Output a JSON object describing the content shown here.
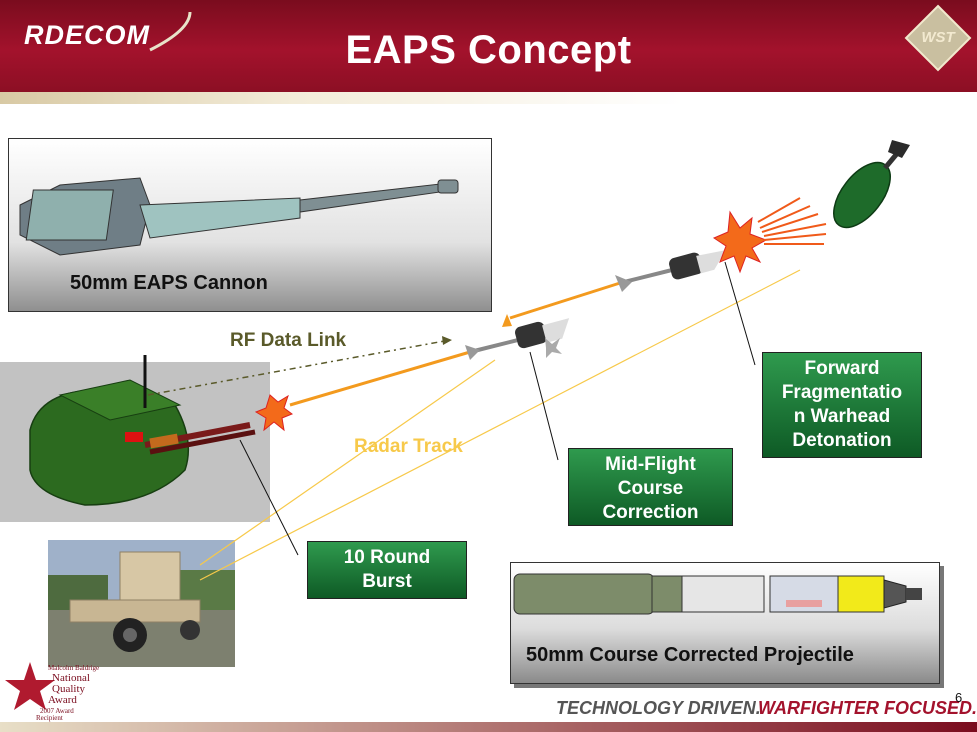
{
  "header": {
    "logo_text": "RDECOM",
    "title": "EAPS Concept",
    "emblem_text": "WST"
  },
  "diagram": {
    "cannon_label": "50mm EAPS Cannon",
    "rf_link_label": "RF Data Link",
    "radar_label": "Radar Track",
    "burst_label": [
      "10 Round",
      "Burst"
    ],
    "midflight_label": [
      "Mid-Flight",
      "Course",
      "Correction"
    ],
    "forward_label": [
      "Forward",
      "Fragmentatio",
      "n Warhead",
      "Detonation"
    ],
    "projectile_label": "50mm Course Corrected Projectile"
  },
  "award": {
    "line1": "Malcolm Baldrige",
    "line2": "National",
    "line3": "Quality",
    "line4": "Award",
    "line5": "2007 Award",
    "line6": "Recipient"
  },
  "footer": {
    "left": "TECHNOLOGY DRIVEN.",
    "right": "WARFIGHTER FOCUSED.",
    "page_number": "6"
  },
  "colors": {
    "header_red": "#a3122c",
    "trajectory_orange": "#f39a1e",
    "radar_yellow": "#f7c94a",
    "rf_olive": "#5a5a2a",
    "box_green": "#1a7a38"
  }
}
